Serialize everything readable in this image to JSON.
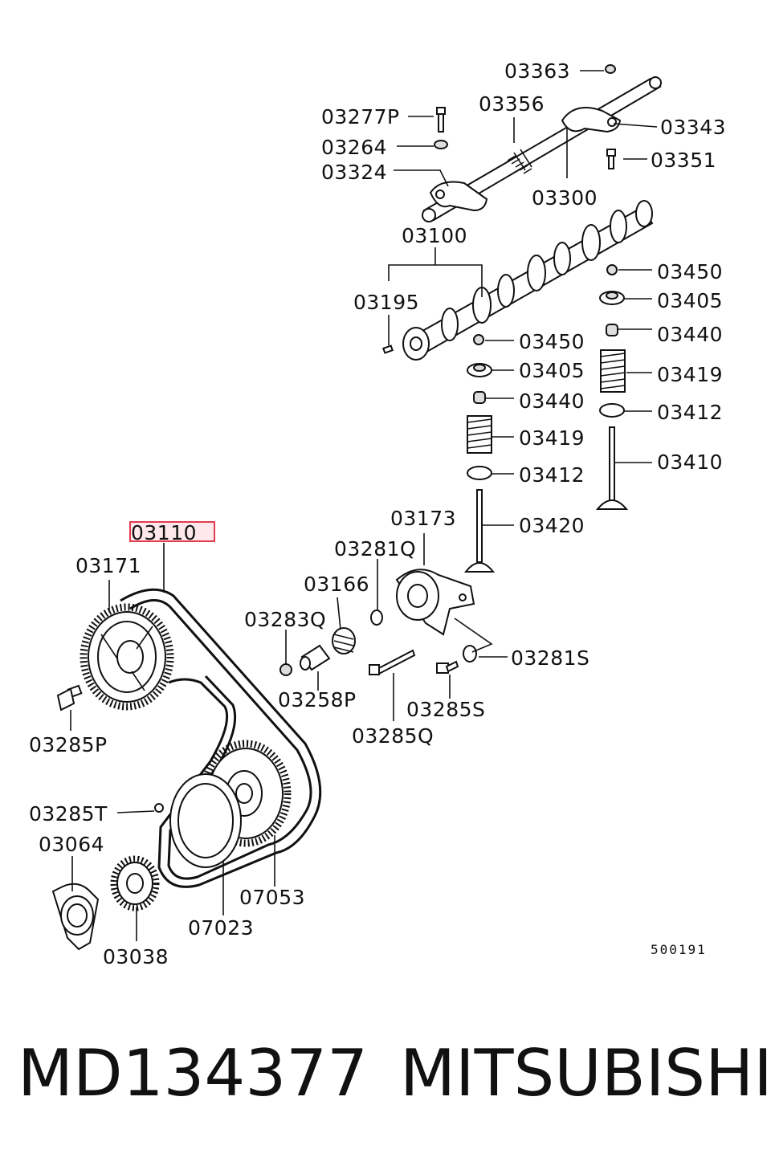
{
  "diagram": {
    "labels": {
      "p03363": "03363",
      "p03277P": "03277P",
      "p03356": "03356",
      "p03343": "03343",
      "p03264": "03264",
      "p03351": "03351",
      "p03324": "03324",
      "p03300": "03300",
      "p03100": "03100",
      "p03450_r": "03450",
      "p03195": "03195",
      "p03405_r": "03405",
      "p03440_r": "03440",
      "p03450_l": "03450",
      "p03419_r": "03419",
      "p03405_l": "03405",
      "p03412_r": "03412",
      "p03440_l": "03440",
      "p03419_l": "03419",
      "p03410": "03410",
      "p03412_l": "03412",
      "p03173": "03173",
      "p03420": "03420",
      "p03110": "03110",
      "p03281Q": "03281Q",
      "p03171": "03171",
      "p03166": "03166",
      "p03283Q": "03283Q",
      "p03281S": "03281S",
      "p03258P": "03258P",
      "p03285S": "03285S",
      "p03285P": "03285P",
      "p03285Q": "03285Q",
      "p03285T": "03285T",
      "p03064": "03064",
      "p07053": "07053",
      "p07023": "07023",
      "p03038": "03038"
    },
    "reference_code": "500191",
    "highlighted_part": "03110"
  },
  "caption": {
    "part_number": "MD134377",
    "brand": "MITSUBISHI"
  }
}
